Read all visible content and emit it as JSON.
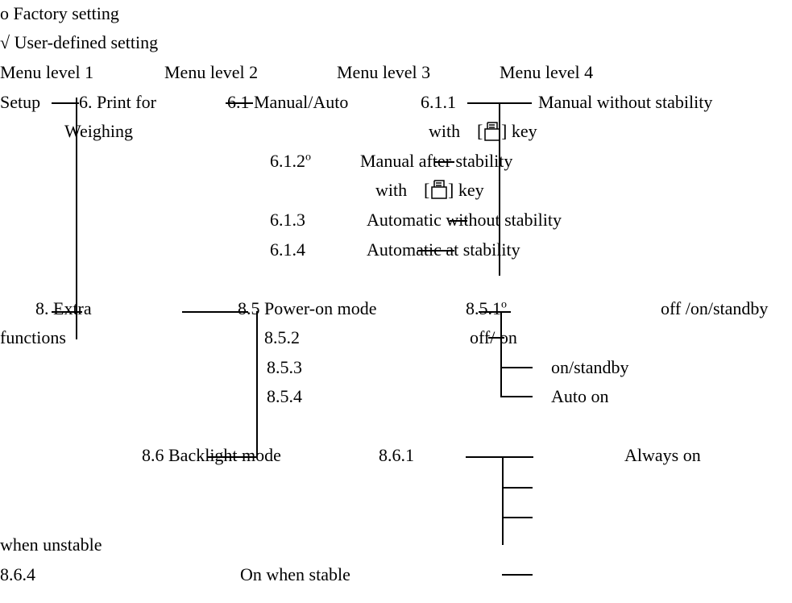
{
  "legend": {
    "factory": "o Factory setting",
    "user": "√ User-defined setting"
  },
  "headers": {
    "level1": "Menu level 1",
    "level2": "Menu level 2",
    "level3": "Menu level 3",
    "level4": "Menu level 4"
  },
  "setup": {
    "label": "Setup",
    "print_for": "6. Print for",
    "weighing": "Weighing"
  },
  "print_menu": {
    "level2_label": "6.1 Manual/Auto",
    "open_bracket": "[",
    "close_bracket_key": "] key",
    "items": [
      {
        "code": "6.1.1",
        "label": "Manual without stability",
        "sub": "with"
      },
      {
        "code": "6.1.2",
        "mark": "o",
        "label": "Manual after stability",
        "sub": "with"
      },
      {
        "code": "6.1.3",
        "label": "Automatic without stability"
      },
      {
        "code": "6.1.4",
        "label": "Automatic at stability"
      }
    ]
  },
  "extra": {
    "label": "8. Extra",
    "functions": "functions",
    "power_on": {
      "label": "8.5 Power-on mode",
      "items": [
        {
          "code": "8.5.1",
          "mark": "o",
          "label": "off /on/standby"
        },
        {
          "code": "8.5.2",
          "label": "off/ on"
        },
        {
          "code": "8.5.3",
          "label": "on/standby"
        },
        {
          "code": "8.5.4",
          "label": "Auto on"
        }
      ]
    },
    "backlight": {
      "label": "8.6 Backlight mode",
      "items": [
        {
          "code": "8.6.1",
          "label": "Always on"
        },
        {
          "code": "",
          "label": "when unstable"
        },
        {
          "code": "8.6.4",
          "label": "On when stable"
        }
      ]
    }
  },
  "icons": {
    "print_key": "print-key-icon"
  }
}
